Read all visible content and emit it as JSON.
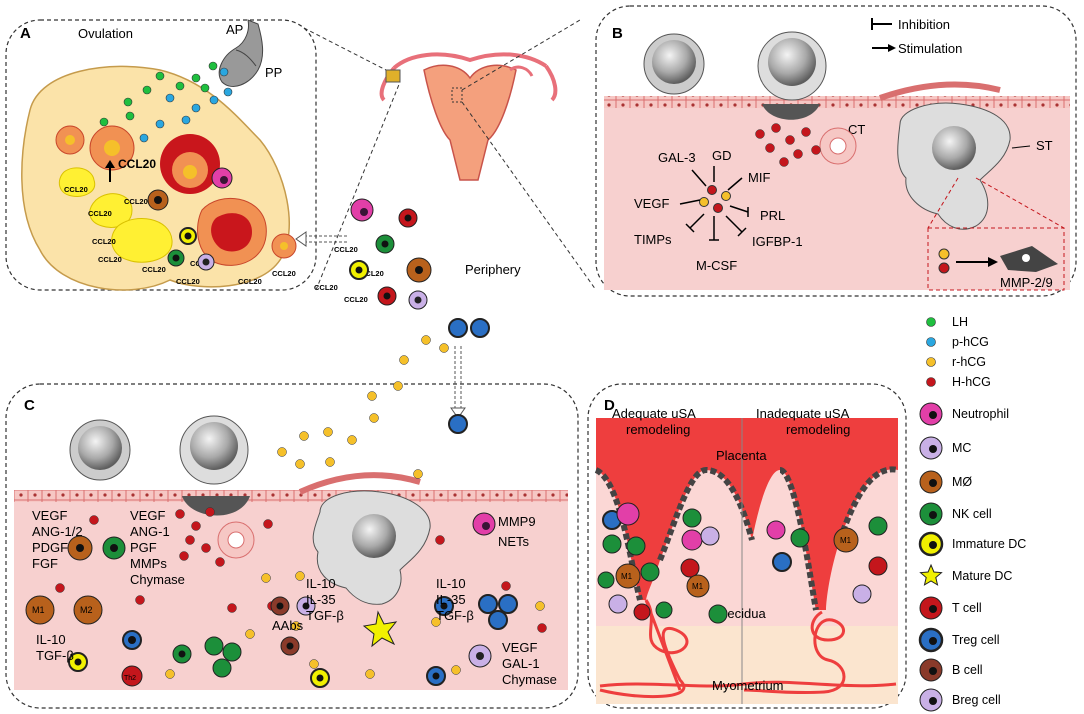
{
  "panels": {
    "a": {
      "letter": "A",
      "title": "Ovulation",
      "pituitary_ap": "AP",
      "pituitary_pp": "PP",
      "ccl20_big": "CCL20",
      "ccl20": "CCL20",
      "periphery": "Periphery"
    },
    "b": {
      "letter": "B",
      "inhibition": "Inhibition",
      "stimulation": "Stimulation",
      "ct": "CT",
      "st": "ST",
      "gal3": "GAL-3",
      "gd": "GD",
      "mif": "MIF",
      "vegf": "VEGF",
      "prl": "PRL",
      "timps": "TIMPs",
      "igfbp1": "IGFBP-1",
      "mcsf": "M-CSF",
      "mmp29": "MMP-2/9"
    },
    "c": {
      "letter": "C",
      "vegf_group": [
        "VEGF",
        "ANG-1/2",
        "PDGF",
        "FGF"
      ],
      "vegf_group2": [
        "VEGF",
        "ANG-1",
        "PGF",
        "MMPs",
        "Chymase"
      ],
      "m1": "M1",
      "m2": "M2",
      "il10_mid": [
        "IL-10",
        "IL-35",
        "TGF-β"
      ],
      "il10_right": [
        "IL-10",
        "IL-35",
        "TGF-β"
      ],
      "il10_left": [
        "IL-10",
        "TGF-β"
      ],
      "aabs": "AAbs",
      "mmp9": "MMP9",
      "nets": "NETs",
      "vegf_gal": [
        "VEGF",
        "GAL-1",
        "Chymase"
      ],
      "th2": "Th2"
    },
    "d": {
      "letter": "D",
      "adequate": [
        "Adequate uSA",
        "remodeling"
      ],
      "inadequate": [
        "Inadequate uSA",
        "remodeling"
      ],
      "placenta": "Placenta",
      "decidua": "Decidua",
      "myometrium": "Myometrium",
      "m1": "M1"
    }
  },
  "legend": [
    {
      "label": "LH",
      "icon": "green-dot",
      "color": "#1fbf3f"
    },
    {
      "label": "p-hCG",
      "icon": "blue-dot",
      "color": "#2aa7e0"
    },
    {
      "label": "r-hCG",
      "icon": "yellow-dot",
      "color": "#f5c02a"
    },
    {
      "label": "H-hCG",
      "icon": "red-dot",
      "color": "#c4161c"
    },
    {
      "label": "Neutrophil",
      "icon": "neutrophil-cell-icon"
    },
    {
      "label": "MC",
      "icon": "mast-cell-icon"
    },
    {
      "label": "MØ",
      "icon": "macrophage-icon"
    },
    {
      "label": "NK cell",
      "icon": "nk-cell-icon"
    },
    {
      "label": "Immature DC",
      "icon": "immature-dc-icon"
    },
    {
      "label": "Mature DC",
      "icon": "mature-dc-star-icon"
    },
    {
      "label": "T cell",
      "icon": "t-cell-icon"
    },
    {
      "label": "Treg cell",
      "icon": "treg-cell-icon"
    },
    {
      "label": "B cell",
      "icon": "b-cell-icon"
    },
    {
      "label": "Breg cell",
      "icon": "breg-cell-icon"
    }
  ]
}
